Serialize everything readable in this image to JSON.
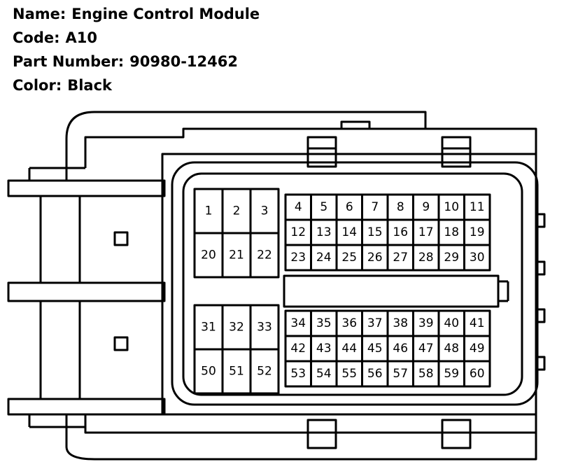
{
  "info": {
    "name_label": "Name:",
    "name_value": "Engine Control Module",
    "code_label": "Code:",
    "code_value": "A10",
    "part_label": "Part Number:",
    "part_value": "90980-12462",
    "color_label": "Color:",
    "color_value": "Black"
  },
  "connector": {
    "pins_left_top": [
      "1",
      "2",
      "3",
      "20",
      "21",
      "22"
    ],
    "pins_right_top": [
      "4",
      "5",
      "6",
      "7",
      "8",
      "9",
      "10",
      "11",
      "12",
      "13",
      "14",
      "15",
      "16",
      "17",
      "18",
      "19",
      "23",
      "24",
      "25",
      "26",
      "27",
      "28",
      "29",
      "30"
    ],
    "pins_left_bottom": [
      "31",
      "32",
      "33",
      "50",
      "51",
      "52"
    ],
    "pins_right_bottom": [
      "34",
      "35",
      "36",
      "37",
      "38",
      "39",
      "40",
      "41",
      "42",
      "43",
      "44",
      "45",
      "46",
      "47",
      "48",
      "49",
      "53",
      "54",
      "55",
      "56",
      "57",
      "58",
      "59",
      "60"
    ]
  }
}
